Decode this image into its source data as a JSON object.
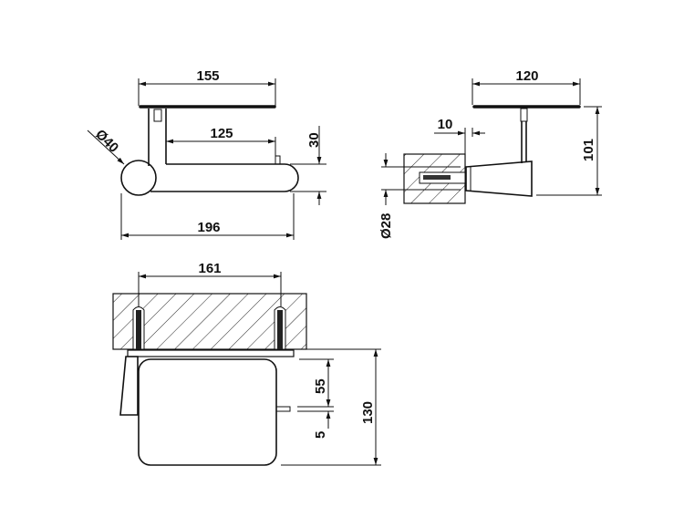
{
  "drawing": {
    "side_view": {
      "width_top": "155",
      "arm_length": "125",
      "roll_diameter": "Ø40",
      "arm_height": "30",
      "total_width": "196"
    },
    "end_view": {
      "plate_width": "120",
      "offset": "10",
      "height": "101",
      "wall_diameter": "Ø28"
    },
    "front_view": {
      "anchor_spacing": "161",
      "pin_height": "55",
      "pin_size": "5",
      "total_height": "130"
    }
  }
}
